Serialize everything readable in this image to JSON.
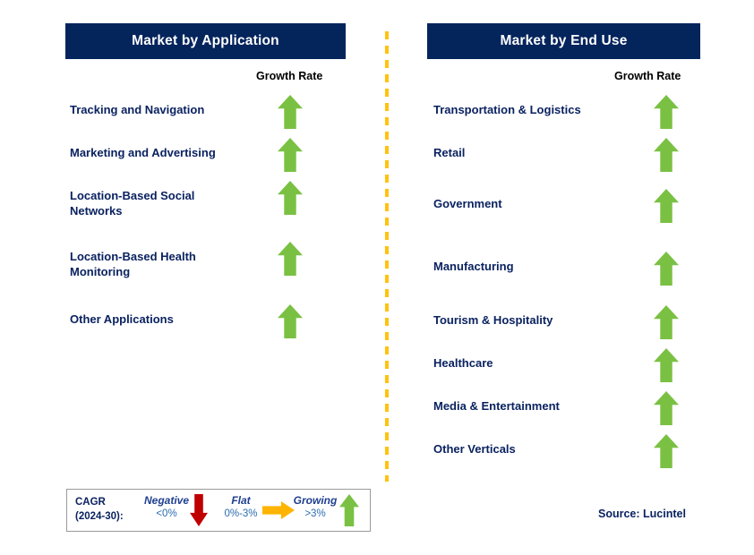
{
  "colors": {
    "header_navy": "#04245C",
    "label_navy": "#0A2260",
    "arrow_green": "#7AC143",
    "arrow_red": "#C00000",
    "arrow_orange": "#FFB400",
    "divider_yellow": "#FFC20E",
    "legend_border": "#9A9A9A"
  },
  "left_panel": {
    "title": "Market by Application",
    "growth_caption": "Growth Rate",
    "rows": [
      {
        "label": "Tracking and Navigation",
        "growth": "growing",
        "arrow": "arrow-up-icon"
      },
      {
        "label": "Marketing and Advertising",
        "growth": "growing",
        "arrow": "arrow-up-icon"
      },
      {
        "label": "Location-Based Social\nNetworks",
        "growth": "growing",
        "arrow": "arrow-up-icon"
      },
      {
        "label": "Location-Based Health\nMonitoring",
        "growth": "growing",
        "arrow": "arrow-up-icon"
      },
      {
        "label": "Other Applications",
        "growth": "growing",
        "arrow": "arrow-up-icon"
      }
    ]
  },
  "right_panel": {
    "title": "Market by End Use",
    "growth_caption": "Growth Rate",
    "rows": [
      {
        "label": "Transportation & Logistics",
        "growth": "growing",
        "arrow": "arrow-up-icon"
      },
      {
        "label": "Retail",
        "growth": "growing",
        "arrow": "arrow-up-icon"
      },
      {
        "label": "Government",
        "growth": "growing",
        "arrow": "arrow-up-icon"
      },
      {
        "label": "Manufacturing",
        "growth": "growing",
        "arrow": "arrow-up-icon"
      },
      {
        "label": "Tourism & Hospitality",
        "growth": "growing",
        "arrow": "arrow-up-icon"
      },
      {
        "label": "Healthcare",
        "growth": "growing",
        "arrow": "arrow-up-icon"
      },
      {
        "label": "Media & Entertainment",
        "growth": "growing",
        "arrow": "arrow-up-icon"
      },
      {
        "label": "Other Verticals",
        "growth": "growing",
        "arrow": "arrow-up-icon"
      }
    ]
  },
  "legend": {
    "title": "CAGR\n(2024-30):",
    "items": [
      {
        "word": "Negative",
        "value": "<0%",
        "arrow": "arrow-down-icon",
        "color": "#C00000"
      },
      {
        "word": "Flat",
        "value": "0%-3%",
        "arrow": "arrow-right-icon",
        "color": "#FFB400"
      },
      {
        "word": "Growing",
        "value": ">3%",
        "arrow": "arrow-up-icon",
        "color": "#7AC143"
      }
    ]
  },
  "source": "Source: Lucintel"
}
